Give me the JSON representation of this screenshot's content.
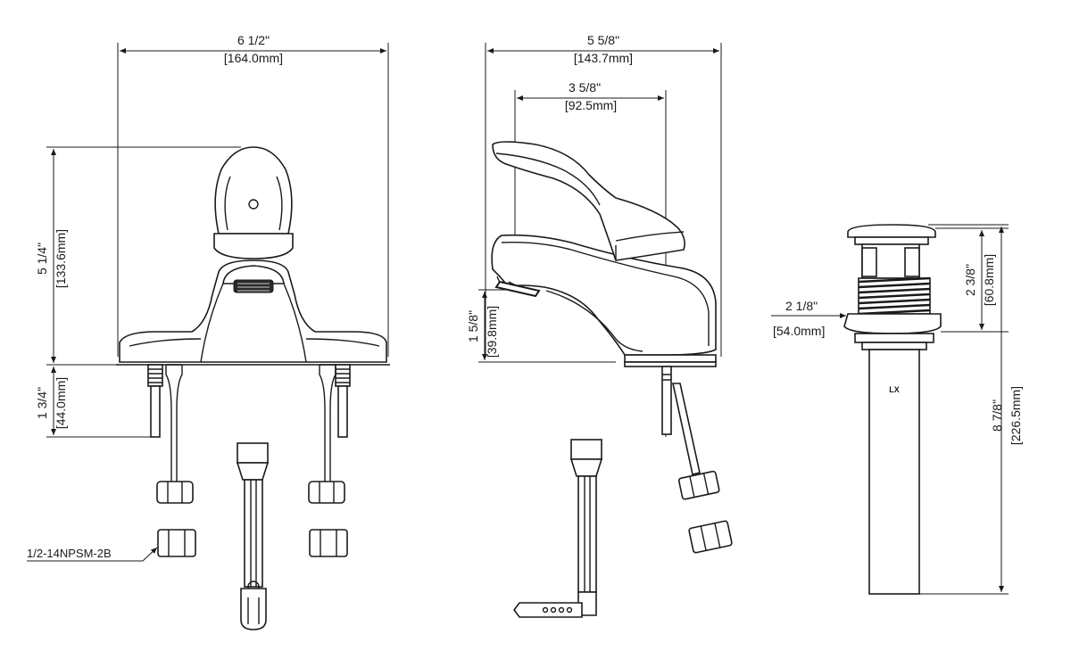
{
  "front_view": {
    "width_in": "6 1/2\"",
    "width_mm": "[164.0mm]",
    "height_in": "5 1/4\"",
    "height_mm": "[133.6mm]",
    "shank_in": "1 3/4\"",
    "shank_mm": "[44.0mm]",
    "thread_label": "1/2-14NPSM-2B"
  },
  "side_view": {
    "width_in": "5 5/8\"",
    "width_mm": "[143.7mm]",
    "reach_in": "3 5/8\"",
    "reach_mm": "[92.5mm]",
    "spout_height_in": "1 5/8\"",
    "spout_height_mm": "[39.8mm]"
  },
  "drain_view": {
    "cap_height_in": "2 3/8\"",
    "cap_height_mm": "[60.8mm]",
    "flange_in": "2 1/8\"",
    "flange_mm": "[54.0mm]",
    "total_in": "8 7/8\"",
    "total_mm": "[226.5mm]",
    "tailpiece_mark": "LX"
  }
}
